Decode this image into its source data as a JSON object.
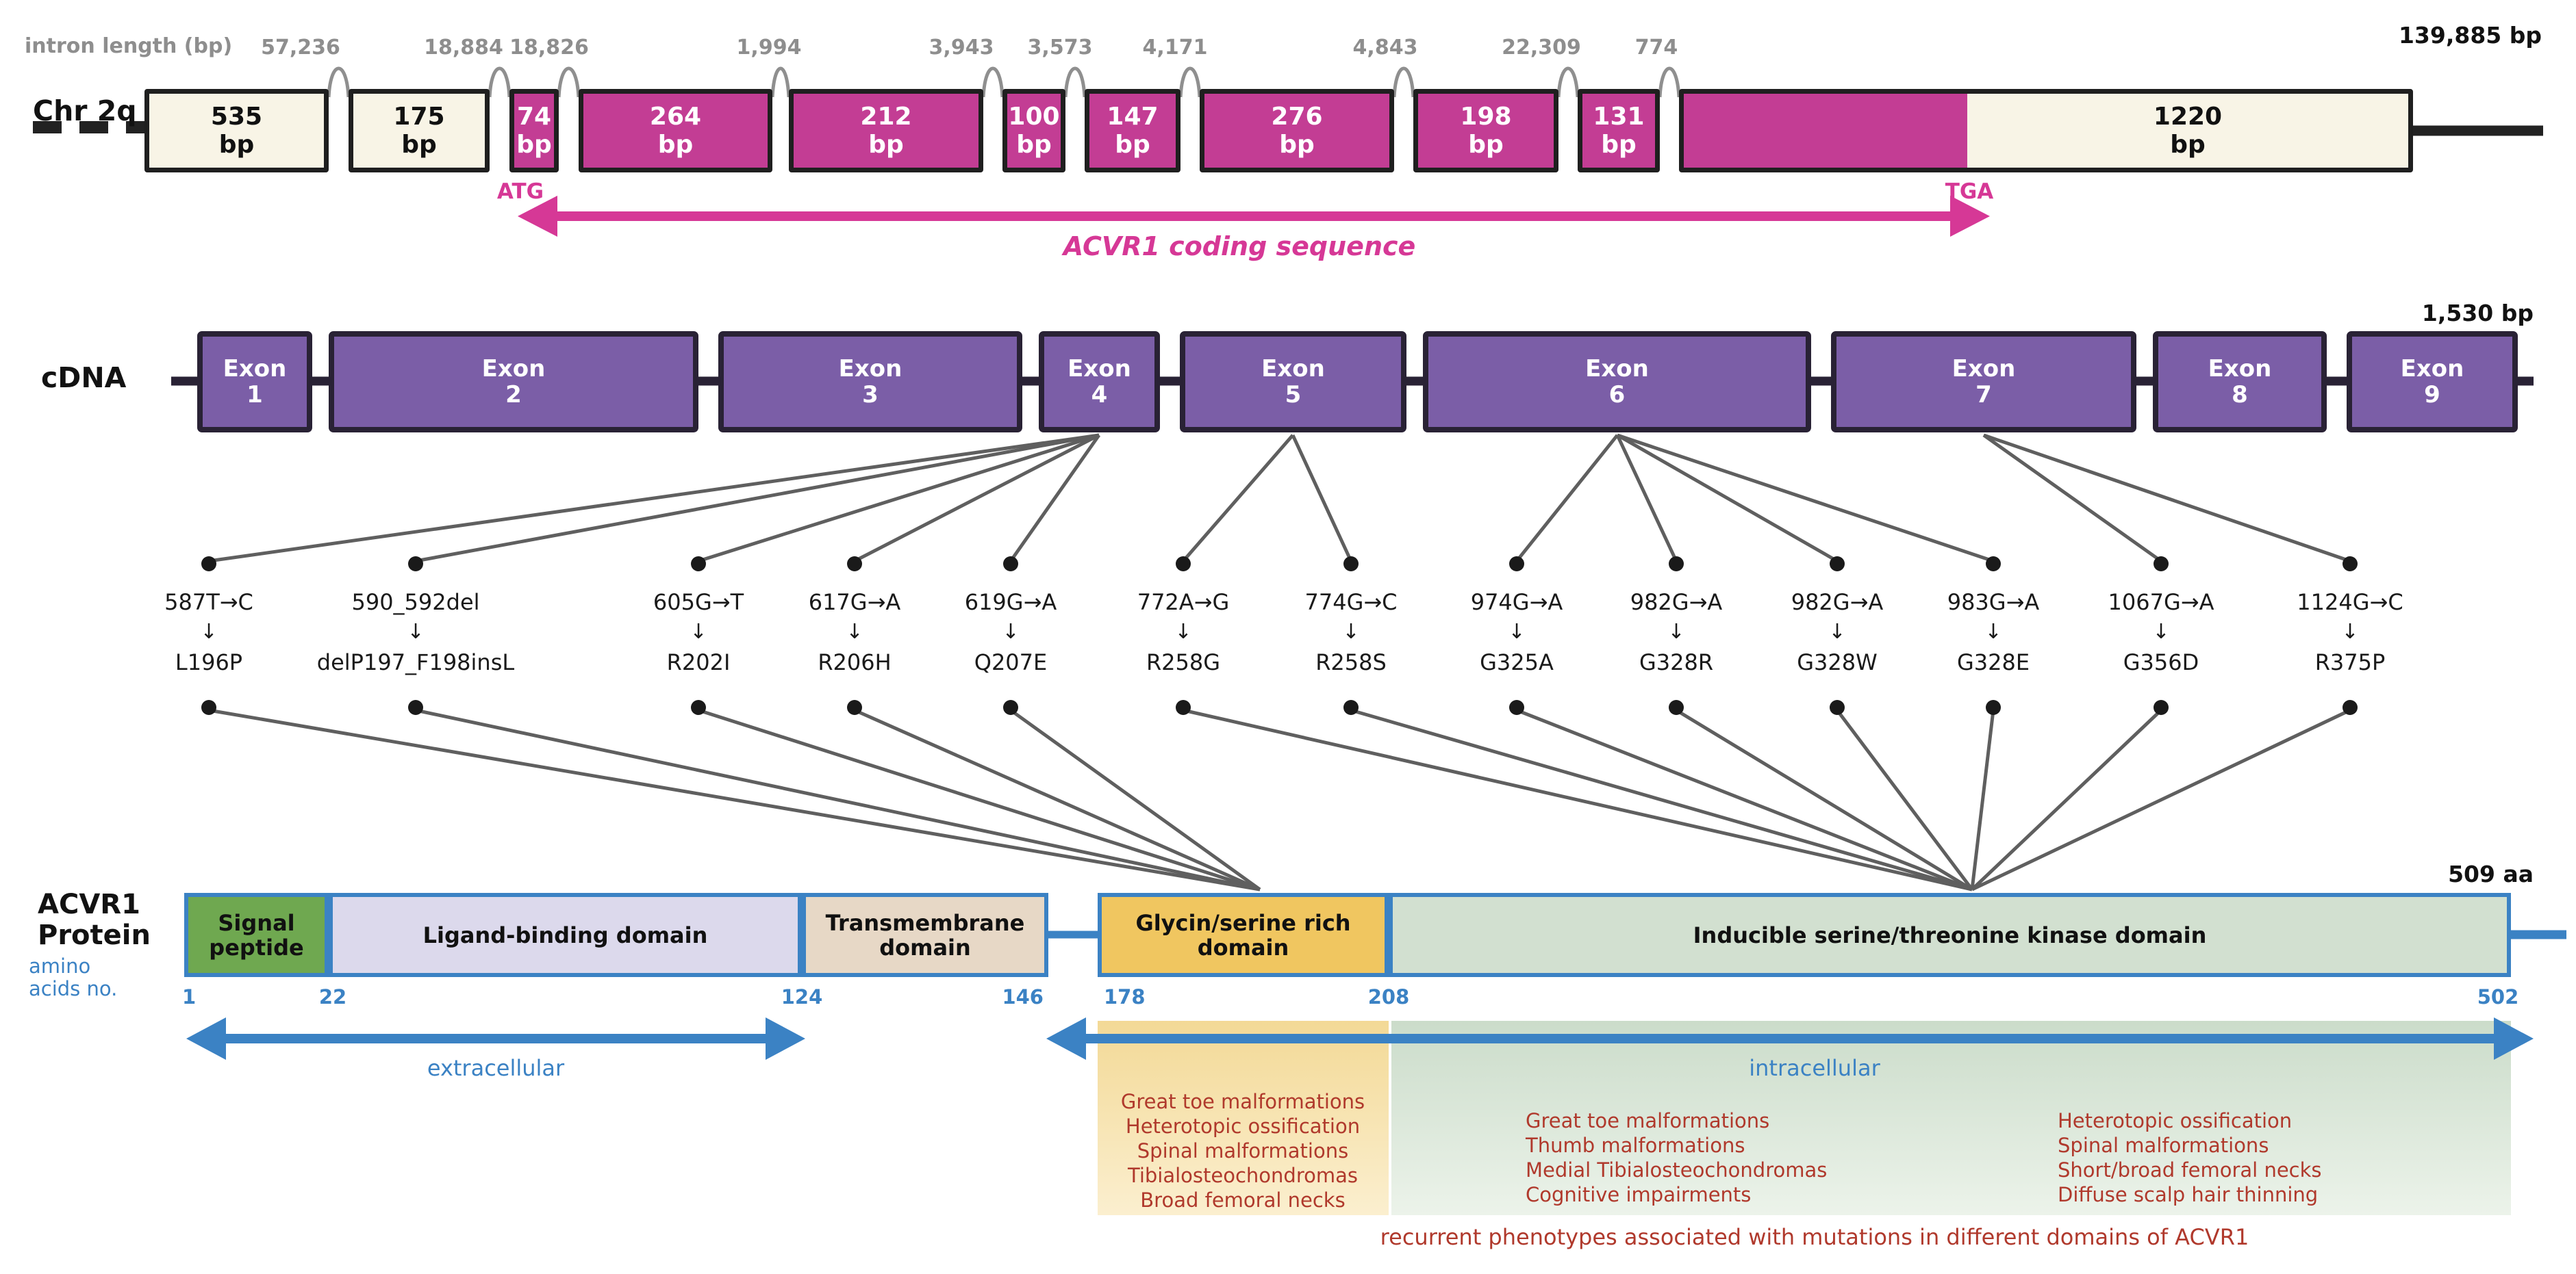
{
  "gene_track": {
    "chromosome_label": "Chr 2q",
    "axis_label": "intron length (bp)",
    "total_length": "139,885 bp",
    "unit": "bp",
    "start_codon": "ATG",
    "stop_codon": "TGA",
    "coding_sequence_label": "ACVR1 coding sequence",
    "introns": [
      "57,236",
      "18,884",
      "18,826",
      "1,994",
      "3,943",
      "3,573",
      "4,171",
      "4,843",
      "22,309",
      "774"
    ],
    "exons": [
      "535",
      "175",
      "74",
      "264",
      "212",
      "100",
      "147",
      "276",
      "198",
      "131",
      "1220"
    ]
  },
  "cdna_track": {
    "label": "cDNA",
    "total_length": "1,530 bp",
    "exon_word": "Exon",
    "exons": [
      "1",
      "2",
      "3",
      "4",
      "5",
      "6",
      "7",
      "8",
      "9"
    ]
  },
  "mutations": {
    "down_arrow": "↓",
    "items": [
      {
        "dna": "587T→C",
        "protein": "L196P"
      },
      {
        "dna": "590_592del",
        "protein": "delP197_F198insL"
      },
      {
        "dna": "605G→T",
        "protein": "R202I"
      },
      {
        "dna": "617G→A",
        "protein": "R206H"
      },
      {
        "dna": "619G→A",
        "protein": "Q207E"
      },
      {
        "dna": "772A→G",
        "protein": "R258G"
      },
      {
        "dna": "774G→C",
        "protein": "R258S"
      },
      {
        "dna": "974G→A",
        "protein": "G325A"
      },
      {
        "dna": "982G→A",
        "protein": "G328R"
      },
      {
        "dna": "982G→A",
        "protein": "G328W"
      },
      {
        "dna": "983G→A",
        "protein": "G328E"
      },
      {
        "dna": "1067G→A",
        "protein": "G356D"
      },
      {
        "dna": "1124G→C",
        "protein": "R375P"
      }
    ]
  },
  "protein_track": {
    "name_line1": "ACVR1",
    "name_line2": "Protein",
    "axis_line1": "amino",
    "axis_line2": "acids no.",
    "total_length": "509 aa",
    "domains": [
      "Signal peptide",
      "Ligand-binding domain",
      "Transmembrane domain",
      "Glycin/serine rich domain",
      "Inducible serine/threonine kinase domain"
    ],
    "aa_numbers": [
      "1",
      "22",
      "124",
      "146",
      "178",
      "208",
      "502"
    ],
    "extracellular": "extracellular",
    "intracellular": "intracellular"
  },
  "phenotypes": {
    "gs": [
      "Great toe malformations",
      "Heterotopic ossification",
      "Spinal malformations",
      "Tibialosteochondromas",
      "Broad femoral necks"
    ],
    "kinase_left": [
      "Great toe malformations",
      "Thumb malformations",
      "Medial Tibialosteochondromas",
      "Cognitive impairments"
    ],
    "kinase_right": [
      "Heterotopic ossification",
      "Spinal malformations",
      "Short/broad femoral necks",
      "Diffuse scalp hair thinning"
    ],
    "caption": "recurrent phenotypes associated with mutations in different domains of ACVR1"
  },
  "colors": {
    "magenta": "#d63896",
    "purple": "#7b5ea7",
    "blue": "#3b82c4",
    "dark_red": "#b0392c",
    "cream": "#f8f4e6",
    "gold": "#f0c660",
    "kinase_green": "#d2e0d0"
  }
}
